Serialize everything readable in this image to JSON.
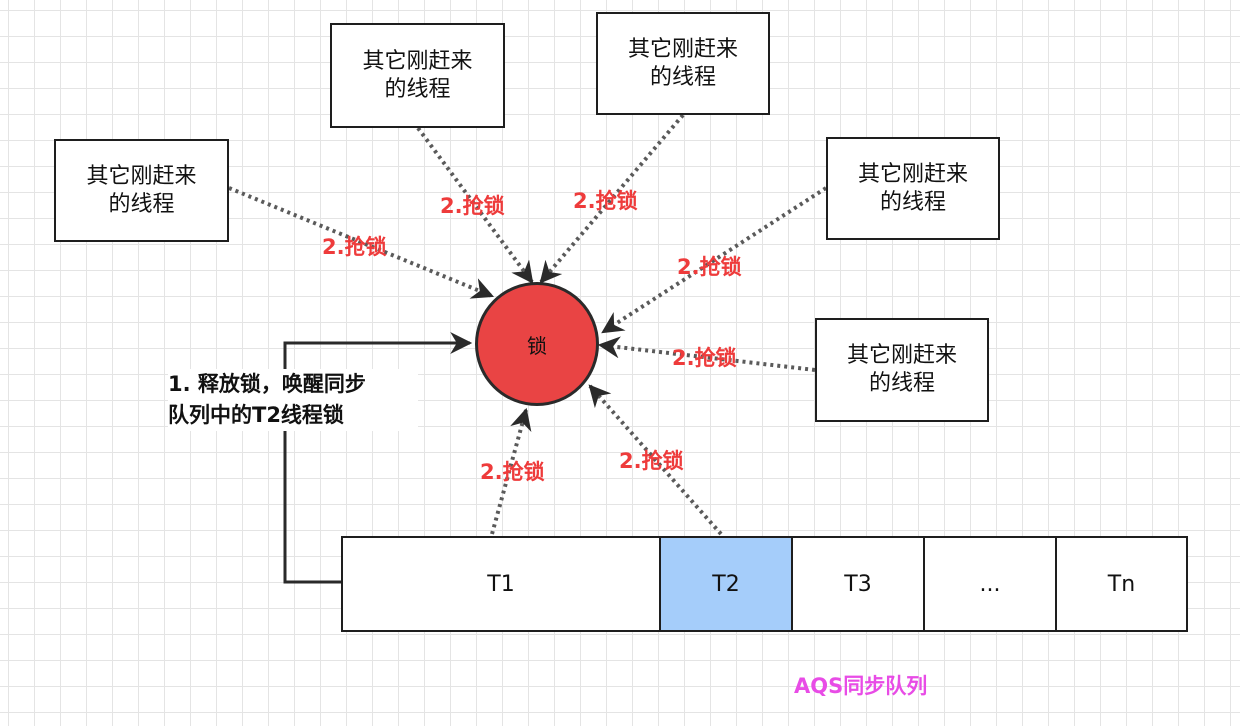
{
  "arriving_threads": [
    {
      "id": "left",
      "label": "其它刚赶来\n的线程"
    },
    {
      "id": "top-left",
      "label": "其它刚赶来\n的线程"
    },
    {
      "id": "top-right",
      "label": "其它刚赶来\n的线程"
    },
    {
      "id": "right-upper",
      "label": "其它刚赶来\n的线程"
    },
    {
      "id": "right-lower",
      "label": "其它刚赶来\n的线程"
    }
  ],
  "grab_labels": [
    "2.抢锁",
    "2.抢锁",
    "2.抢锁",
    "2.抢锁",
    "2.抢锁",
    "2.抢锁",
    "2.抢锁"
  ],
  "lock": {
    "label": "锁",
    "color": "#e94444"
  },
  "release_note": "1. 释放锁，唤醒同步\n队列中的T2线程锁",
  "queue": {
    "label": "AQS同步队列",
    "label_color": "#e84ce6",
    "highlight_color": "#a5cdfa",
    "cells": [
      {
        "label": "T1",
        "highlighted": false
      },
      {
        "label": "T2",
        "highlighted": true
      },
      {
        "label": "T3",
        "highlighted": false
      },
      {
        "label": "...",
        "highlighted": false
      },
      {
        "label": "Tn",
        "highlighted": false
      }
    ]
  },
  "colors": {
    "grab_text": "#ee3b3b",
    "edge": "#555555"
  }
}
